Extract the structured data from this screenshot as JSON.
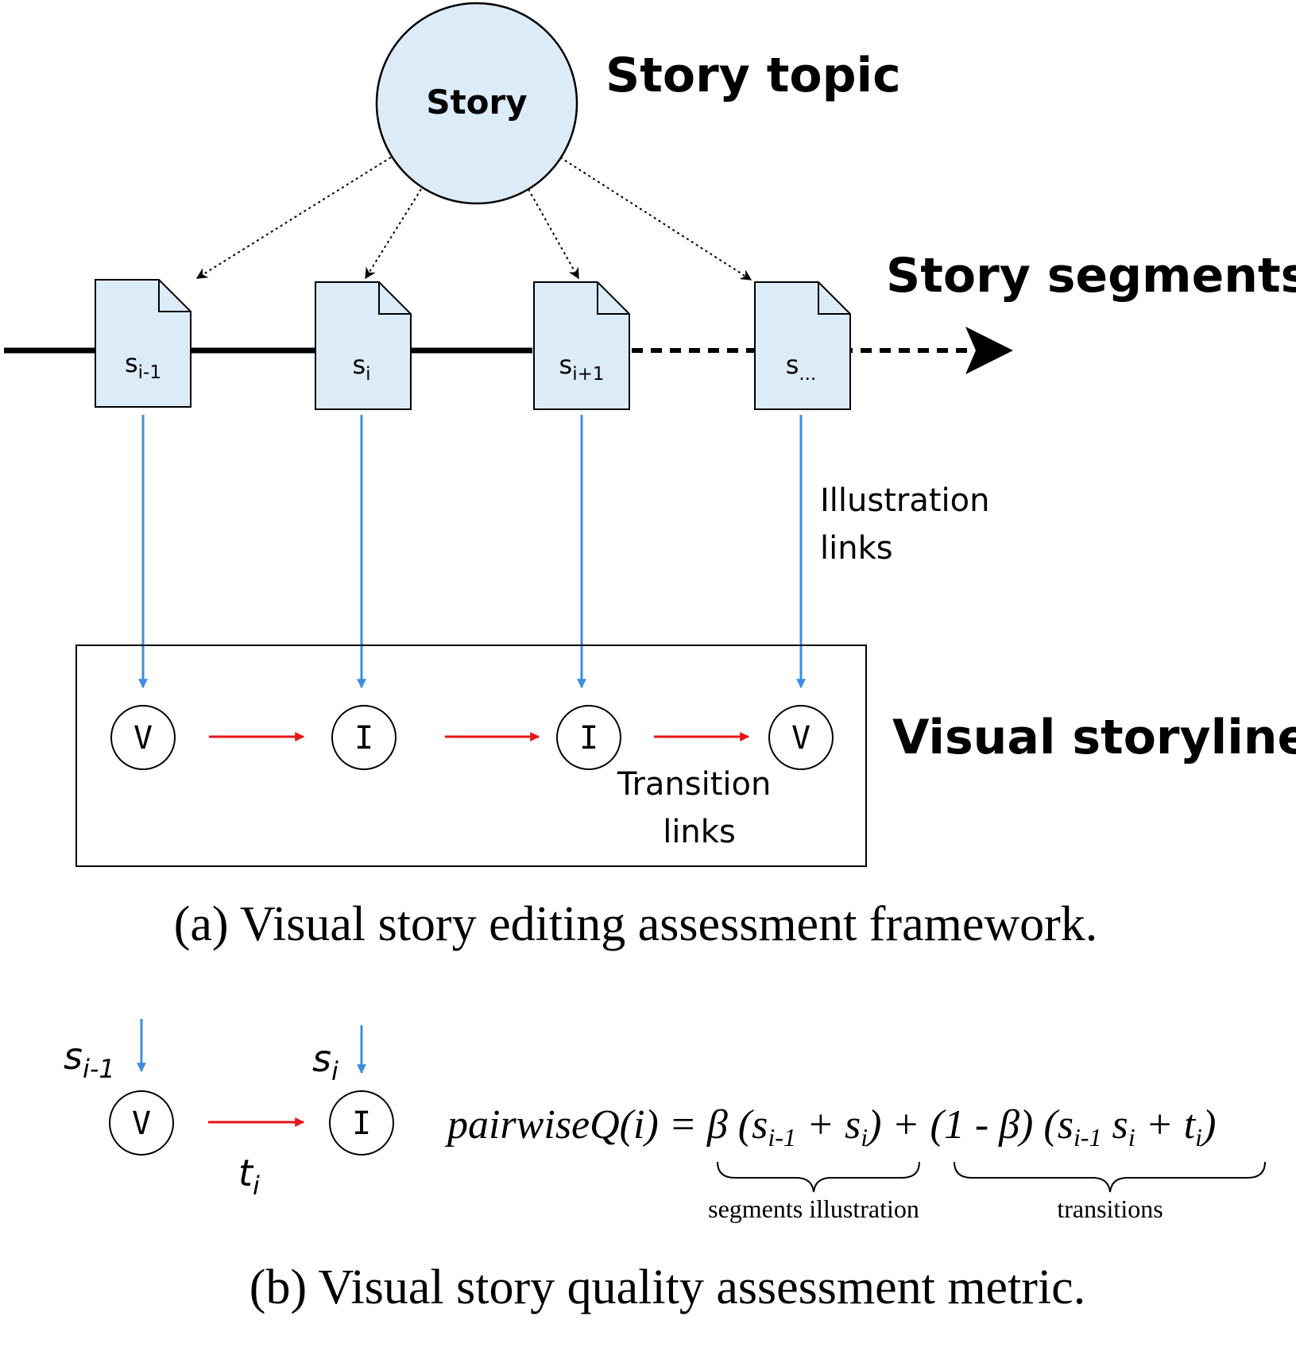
{
  "colors": {
    "node_fill": "#dcebf8",
    "illustration_link": "#3c8ee0",
    "transition_link": "#e8141c",
    "line": "#000000"
  },
  "part_a": {
    "topic_node": "Story",
    "topic_label": "Story topic",
    "segments_label": "Story segments",
    "segments": [
      {
        "base": "s",
        "sub": "i-1"
      },
      {
        "base": "s",
        "sub": "i"
      },
      {
        "base": "s",
        "sub": "i+1"
      },
      {
        "base": "s",
        "sub": "..."
      }
    ],
    "illustration_label": [
      "Illustration",
      "links"
    ],
    "storyline_nodes": [
      "V",
      "I",
      "I",
      "V"
    ],
    "transition_label": [
      "Transition",
      "links"
    ],
    "storyline_label": "Visual storyline",
    "caption": "(a) Visual story editing assessment framework."
  },
  "part_b": {
    "left_segment": {
      "base": "s",
      "sub": "i-1"
    },
    "right_segment": {
      "base": "s",
      "sub": "i"
    },
    "left_node": "V",
    "right_node": "I",
    "transition": {
      "base": "t",
      "sub": "i"
    },
    "formula": {
      "lhs": "pairwiseQ(i) =",
      "beta": "β",
      "term1_open": "(s",
      "term1_sub1": "i-1",
      "term1_mid": " + s",
      "term1_sub2": "i",
      "term1_close": ")",
      "plus": "+",
      "term2": "(1 - β)",
      "term3_open": "(s",
      "term3_sub1": "i-1",
      "term3_mid": " s",
      "term3_sub2": "i",
      "term3_plus": " + t",
      "term3_sub3": "i",
      "term3_close": ")"
    },
    "brace_labels": [
      "segments illustration",
      "transitions"
    ],
    "caption": "(b) Visual story quality assessment metric."
  }
}
